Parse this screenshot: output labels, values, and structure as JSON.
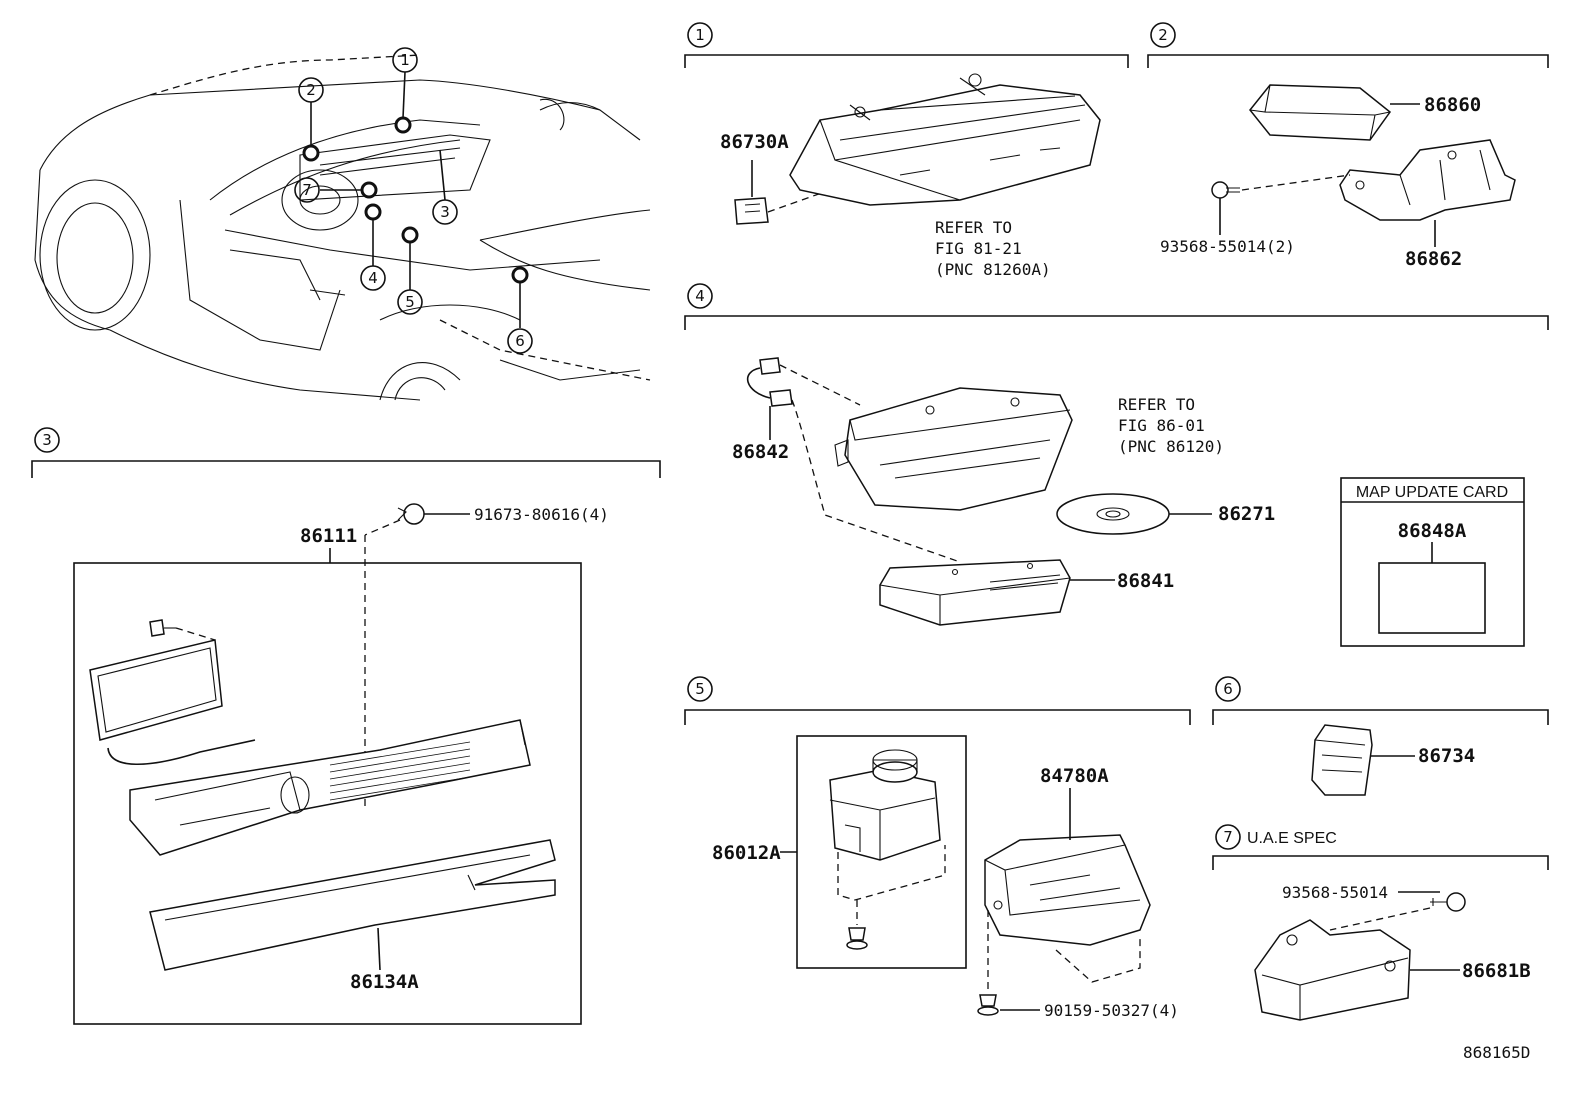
{
  "callouts": [
    "1",
    "2",
    "3",
    "4",
    "5",
    "6",
    "7"
  ],
  "sections": {
    "s1": {
      "num": "1",
      "part_86730A": "86730A",
      "refer_line1": "REFER TO",
      "refer_line2": "FIG 81-21",
      "refer_line3": "(PNC 81260A)"
    },
    "s2": {
      "num": "2",
      "part_86860": "86860",
      "part_93568_2": "93568-55014(2)",
      "part_86862": "86862"
    },
    "s3": {
      "num": "3",
      "part_86111": "86111",
      "part_91673": "91673-80616(4)",
      "part_86134A": "86134A"
    },
    "s4": {
      "num": "4",
      "part_86842": "86842",
      "refer_line1": "REFER TO",
      "refer_line2": "FIG 86-01",
      "refer_line3": "(PNC 86120)",
      "part_86271": "86271",
      "part_86841": "86841",
      "map_card_title": "MAP UPDATE CARD",
      "part_86848A": "86848A"
    },
    "s5": {
      "num": "5",
      "part_84780A": "84780A",
      "part_86012A": "86012A",
      "part_90159": "90159-50327(4)"
    },
    "s6": {
      "num": "6",
      "part_86734": "86734"
    },
    "s7": {
      "num": "7",
      "spec": "U.A.E SPEC",
      "part_93568": "93568-55014",
      "part_86681B": "86681B"
    }
  },
  "figure_id": "868165D"
}
